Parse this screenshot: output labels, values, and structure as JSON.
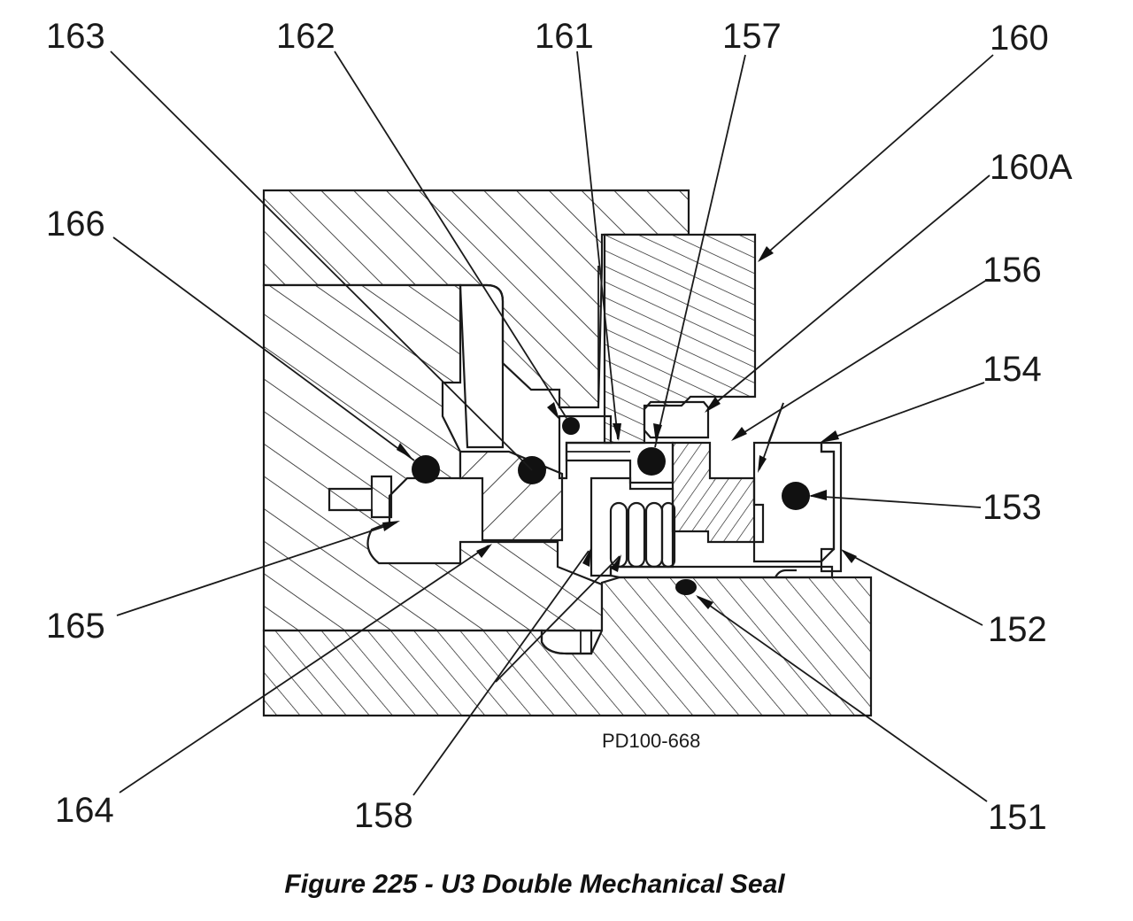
{
  "figure": {
    "caption": "Figure 225 - U3 Double Mechanical Seal",
    "drawing_number": "PD100-668"
  },
  "callouts": [
    {
      "id": "163",
      "label": "163"
    },
    {
      "id": "162",
      "label": "162"
    },
    {
      "id": "161",
      "label": "161"
    },
    {
      "id": "157",
      "label": "157"
    },
    {
      "id": "160",
      "label": "160"
    },
    {
      "id": "160A",
      "label": "160A"
    },
    {
      "id": "166",
      "label": "166"
    },
    {
      "id": "156",
      "label": "156"
    },
    {
      "id": "154",
      "label": "154"
    },
    {
      "id": "153",
      "label": "153"
    },
    {
      "id": "165",
      "label": "165"
    },
    {
      "id": "152",
      "label": "152"
    },
    {
      "id": "164",
      "label": "164"
    },
    {
      "id": "158",
      "label": "158"
    },
    {
      "id": "151",
      "label": "151"
    }
  ],
  "colors": {
    "line": "#1a1a1a",
    "background": "#ffffff"
  }
}
